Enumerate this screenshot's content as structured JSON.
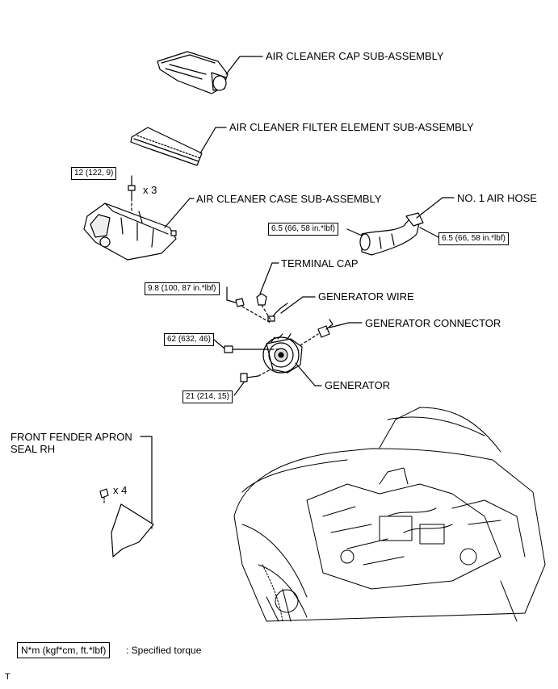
{
  "labels": {
    "air_cleaner_cap": "AIR CLEANER CAP SUB-ASSEMBLY",
    "air_cleaner_filter": "AIR CLEANER FILTER ELEMENT SUB-ASSEMBLY",
    "air_cleaner_case": "AIR CLEANER CASE SUB-ASSEMBLY",
    "no1_air_hose": "NO. 1 AIR HOSE",
    "terminal_cap": "TERMINAL CAP",
    "generator_wire": "GENERATOR WIRE",
    "generator_connector": "GENERATOR CONNECTOR",
    "generator": "GENERATOR",
    "front_fender_apron_seal": "FRONT FENDER APRON SEAL RH"
  },
  "torques": {
    "case_bolt": "12 (122, 9)",
    "hose_left": "6.5 (66, 58 in.*lbf)",
    "hose_right": "6.5 (66, 58 in.*lbf)",
    "terminal_nut": "9.8 (100, 87 in.*lbf)",
    "generator_bolt_upper": "62 (632, 46)",
    "generator_bolt_lower": "21 (214, 15)"
  },
  "quantities": {
    "case_bolts": "x 3",
    "fender_clips": "x 4"
  },
  "legend": {
    "unit_box": "N*m (kgf*cm, ft.*lbf)",
    "unit_desc": ": Specified torque"
  },
  "footer_mark": "T"
}
